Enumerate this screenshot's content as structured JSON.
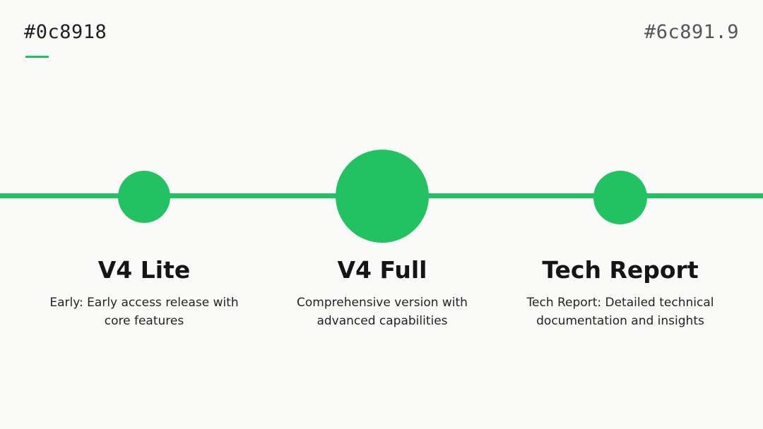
{
  "header": {
    "left_code": "#0c8918",
    "right_code": "#6c891.9"
  },
  "colors": {
    "accent": "#22c162",
    "background": "#fafbf8",
    "text": "#151515"
  },
  "milestones": [
    {
      "title": "V4 Lite",
      "description": "Early: Early access release with core features"
    },
    {
      "title": "V4 Full",
      "description": "Comprehensive version with advanced capabilities"
    },
    {
      "title": "Tech Report",
      "description": "Tech Report: Detailed technical documentation and insights"
    }
  ]
}
